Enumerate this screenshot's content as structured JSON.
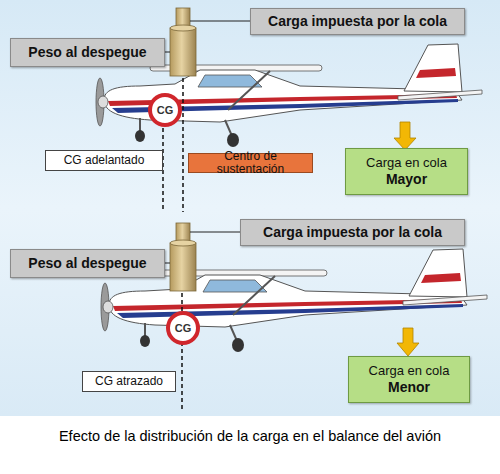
{
  "diagram": {
    "caption": "Efecto de la distribución de la carga en el balance del avión",
    "nodes": [
      {
        "text": [
          "Carga impuesta por la cola"
        ]
      },
      {
        "text": [
          "Peso al despegue"
        ]
      },
      {
        "text": [
          "CG"
        ]
      },
      {
        "text": [
          "CG adelantado"
        ]
      },
      {
        "text": [
          "Centro de sustentación"
        ]
      },
      {
        "text": [
          "Carga en cola",
          "Mayor"
        ]
      },
      {
        "text": [
          "Carga impuesta por la cola"
        ]
      },
      {
        "text": [
          "Peso al despegue"
        ]
      },
      {
        "text": [
          "CG"
        ]
      },
      {
        "text": [
          "CG atrazado"
        ]
      },
      {
        "text": [
          "Carga en cola",
          "Menor"
        ]
      }
    ]
  }
}
